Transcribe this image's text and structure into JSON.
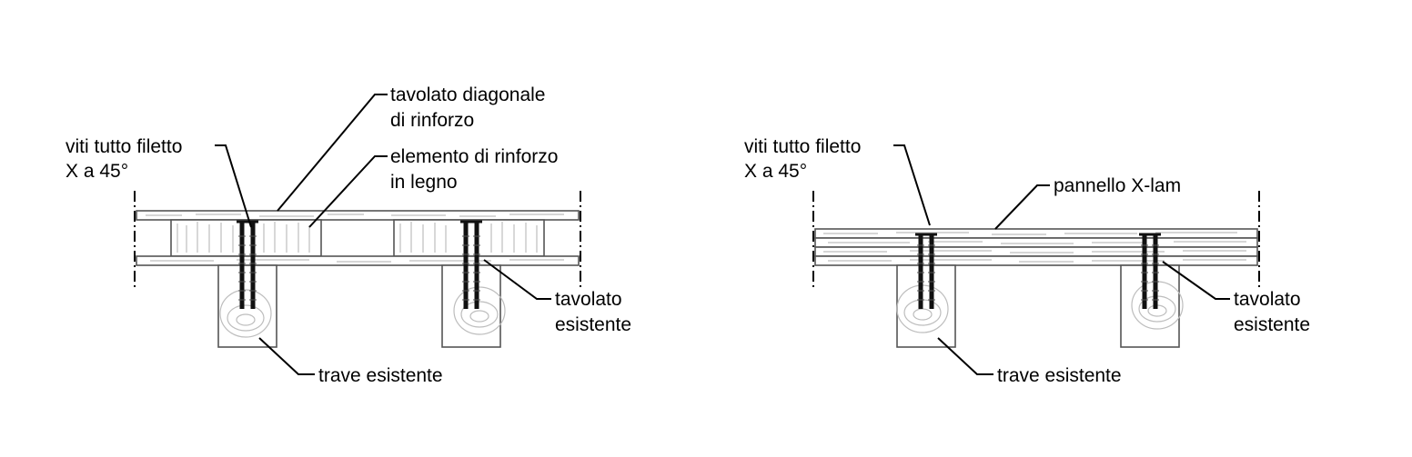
{
  "left_detail": {
    "labels": {
      "screws": [
        "viti tutto filetto",
        "X a 45°"
      ],
      "diagonal_boards": [
        "tavolato diagonale",
        "di rinforzo"
      ],
      "reinforcement": [
        "elemento di rinforzo",
        "in legno"
      ],
      "existing_boards": [
        "tavolato",
        "esistente"
      ],
      "existing_beam": [
        "trave esistente"
      ]
    }
  },
  "right_detail": {
    "labels": {
      "screws": [
        "viti tutto filetto",
        "X a 45°"
      ],
      "xlam_panel": [
        "pannello X-lam"
      ],
      "existing_boards": [
        "tavolato",
        "esistente"
      ],
      "existing_beam": [
        "trave esistente"
      ]
    }
  },
  "colors": {
    "line": "#000000",
    "wood_outline": "#555555",
    "wood_grain": "#bdbdbd"
  }
}
